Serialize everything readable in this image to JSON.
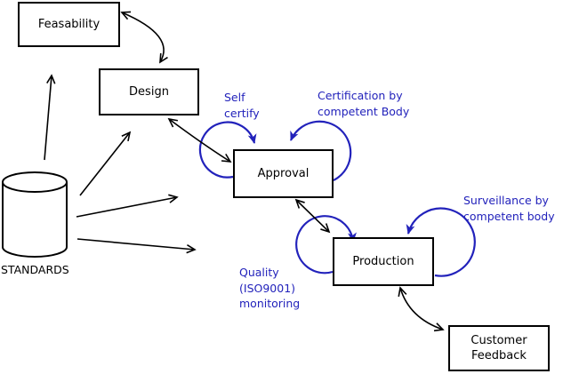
{
  "boxes": {
    "feasability": {
      "label": "Feasability"
    },
    "design": {
      "label": "Design"
    },
    "approval": {
      "label": "Approval"
    },
    "production": {
      "label": "Production"
    },
    "customer_feedback": {
      "label": "Customer\nFeedback"
    }
  },
  "datastore": {
    "label": "STANDARDS"
  },
  "annotations": {
    "self_certify": "Self\ncertify",
    "certification": "Certification by\ncompetent Body",
    "surveillance": "Surveillance by\ncompetent body",
    "quality_monitoring": "Quality\n(ISO9001)\nmonitoring"
  },
  "colors": {
    "annotation_blue": "#2222bb",
    "diagram_black": "#000000",
    "background": "#ffffff"
  }
}
